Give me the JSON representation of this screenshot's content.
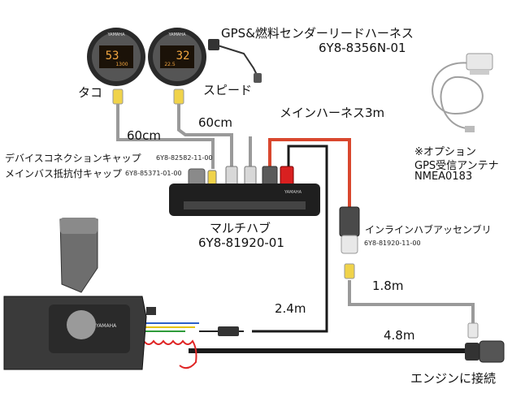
{
  "labels": {
    "tach": "タコ",
    "speed": "スピード",
    "gps_fuel_harness": "GPS&燃料センダーリードハーネス",
    "gps_fuel_harness_pn": "6Y8-8356N-01",
    "main_harness": "メインハーネス3m",
    "len_60a": "60cm",
    "len_60b": "60cm",
    "device_cap": "デバイスコネクションキャップ",
    "mainbus_cap": "メインバス抵抗付キャップ",
    "device_cap_pn": "6Y8-82582-11-00",
    "mainbus_cap_pn": "6Y8-85371-01-00",
    "option_note": "※オプション",
    "gps_antenna": "GPS受信アンテナ",
    "nmea": "NMEA0183",
    "multi_hub": "マルチハブ",
    "multi_hub_pn": "6Y8-81920-01",
    "inline_hub": "インラインハブアッセンブリ",
    "inline_hub_pn": "6Y8-81920-11-00",
    "len_18": "1.8m",
    "len_24": "2.4m",
    "len_48": "4.8m",
    "engine_conn": "エンジンに接続"
  },
  "gauge_text": {
    "tach_digits": "53",
    "tach_sub": "1300",
    "speed_digits": "32",
    "speed_sub": "22.5",
    "brand": "YAMAHA",
    "hub_brand": "YAMAHA",
    "remote_brand": "YAMAHA"
  },
  "colors": {
    "harness_red": "#d9472e",
    "harness_black": "#1a1a1a",
    "cable_grey": "#9a9a9a",
    "lcd_orange": "#f2a640",
    "connector_yellow": "#f0d34a",
    "connector_red": "#d92020"
  }
}
